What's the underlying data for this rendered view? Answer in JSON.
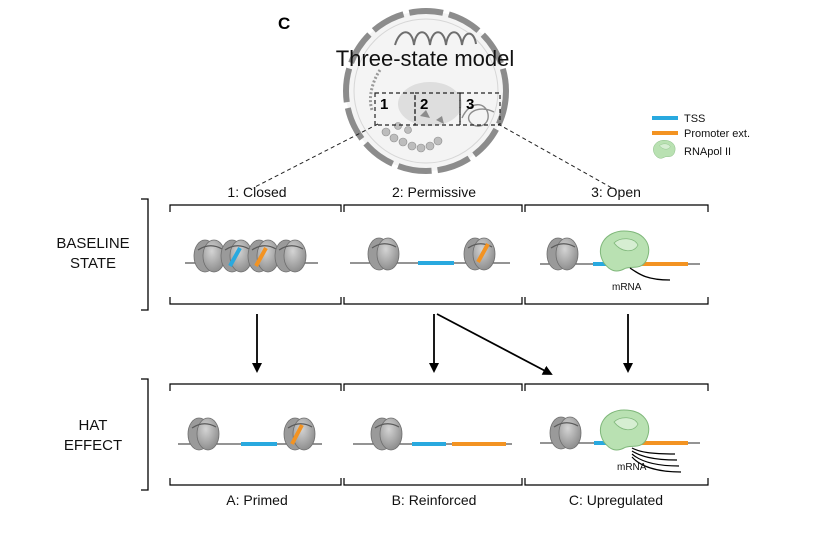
{
  "panel_letter": "C",
  "title": "Three-state model",
  "zoom_numbers": [
    "1",
    "2",
    "3"
  ],
  "legend": {
    "tss": "TSS",
    "promoter": "Promoter ext.",
    "rnapol": "RNApol II"
  },
  "colors": {
    "tss": "#29a9df",
    "promoter": "#f39322",
    "rnapol": "#b9e1b2",
    "nucleosome": "#a9a9a9"
  },
  "rows": {
    "baseline": [
      "BASELINE",
      "STATE"
    ],
    "hat": [
      "HAT",
      "EFFECT"
    ]
  },
  "columns_top": [
    "1: Closed",
    "2: Permissive",
    "3: Open"
  ],
  "columns_bottom": [
    "A: Primed",
    "B: Reinforced",
    "C: Upregulated"
  ],
  "mrna_label": "mRNA"
}
